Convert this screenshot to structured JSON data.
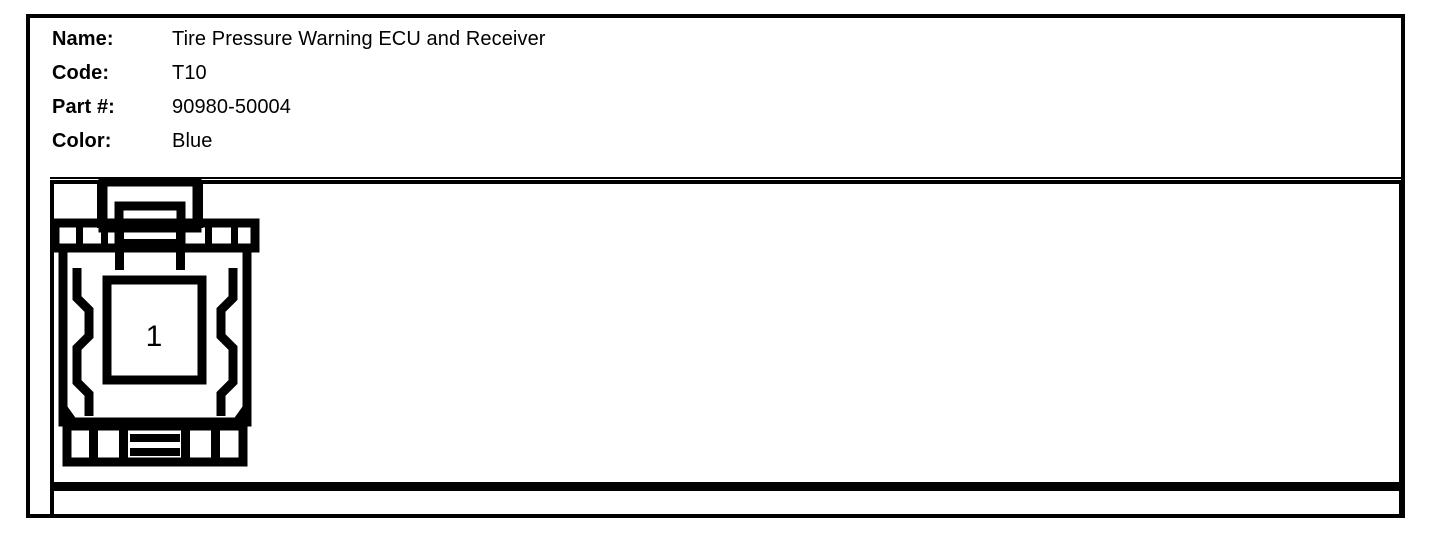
{
  "card": {
    "header": {
      "rows": [
        {
          "label": "Name:",
          "value": "Tire Pressure Warning ECU and Receiver"
        },
        {
          "label": "Code:",
          "value": "T10"
        },
        {
          "label": "Part #:",
          "value": "90980-50004"
        },
        {
          "label": "Color:",
          "value": "Blue"
        }
      ]
    },
    "diagram": {
      "title": "connector-face-view",
      "connector_type": "rectangular-housing",
      "cavity_count": 1,
      "cavities": [
        {
          "number": "1"
        }
      ],
      "features": [
        "top-locking-latch",
        "serpentine-side-rails",
        "bottom-terminal-slots",
        "central-square-cavity"
      ],
      "line_color": "#000000",
      "fill_color": "#ffffff"
    },
    "colors": {
      "border": "#000000",
      "background": "#ffffff",
      "text": "#000000"
    }
  }
}
